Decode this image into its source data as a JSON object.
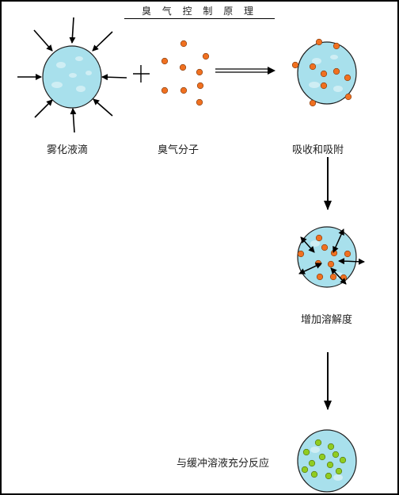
{
  "title": "臭 气 控 制 原 理",
  "labels": {
    "droplet": "雾化液滴",
    "molecules": "臭气分子",
    "absorb": "吸收和吸附",
    "solubility": "增加溶解度",
    "react": "与缓冲溶液充分反应"
  },
  "plus_symbol": "+",
  "colors": {
    "droplet_fill": "#a8e0ec",
    "droplet_stroke": "#1f1f1f",
    "odor_molecule": "#f07020",
    "reacted_molecule": "#90cc20",
    "arrow": "#000000"
  }
}
